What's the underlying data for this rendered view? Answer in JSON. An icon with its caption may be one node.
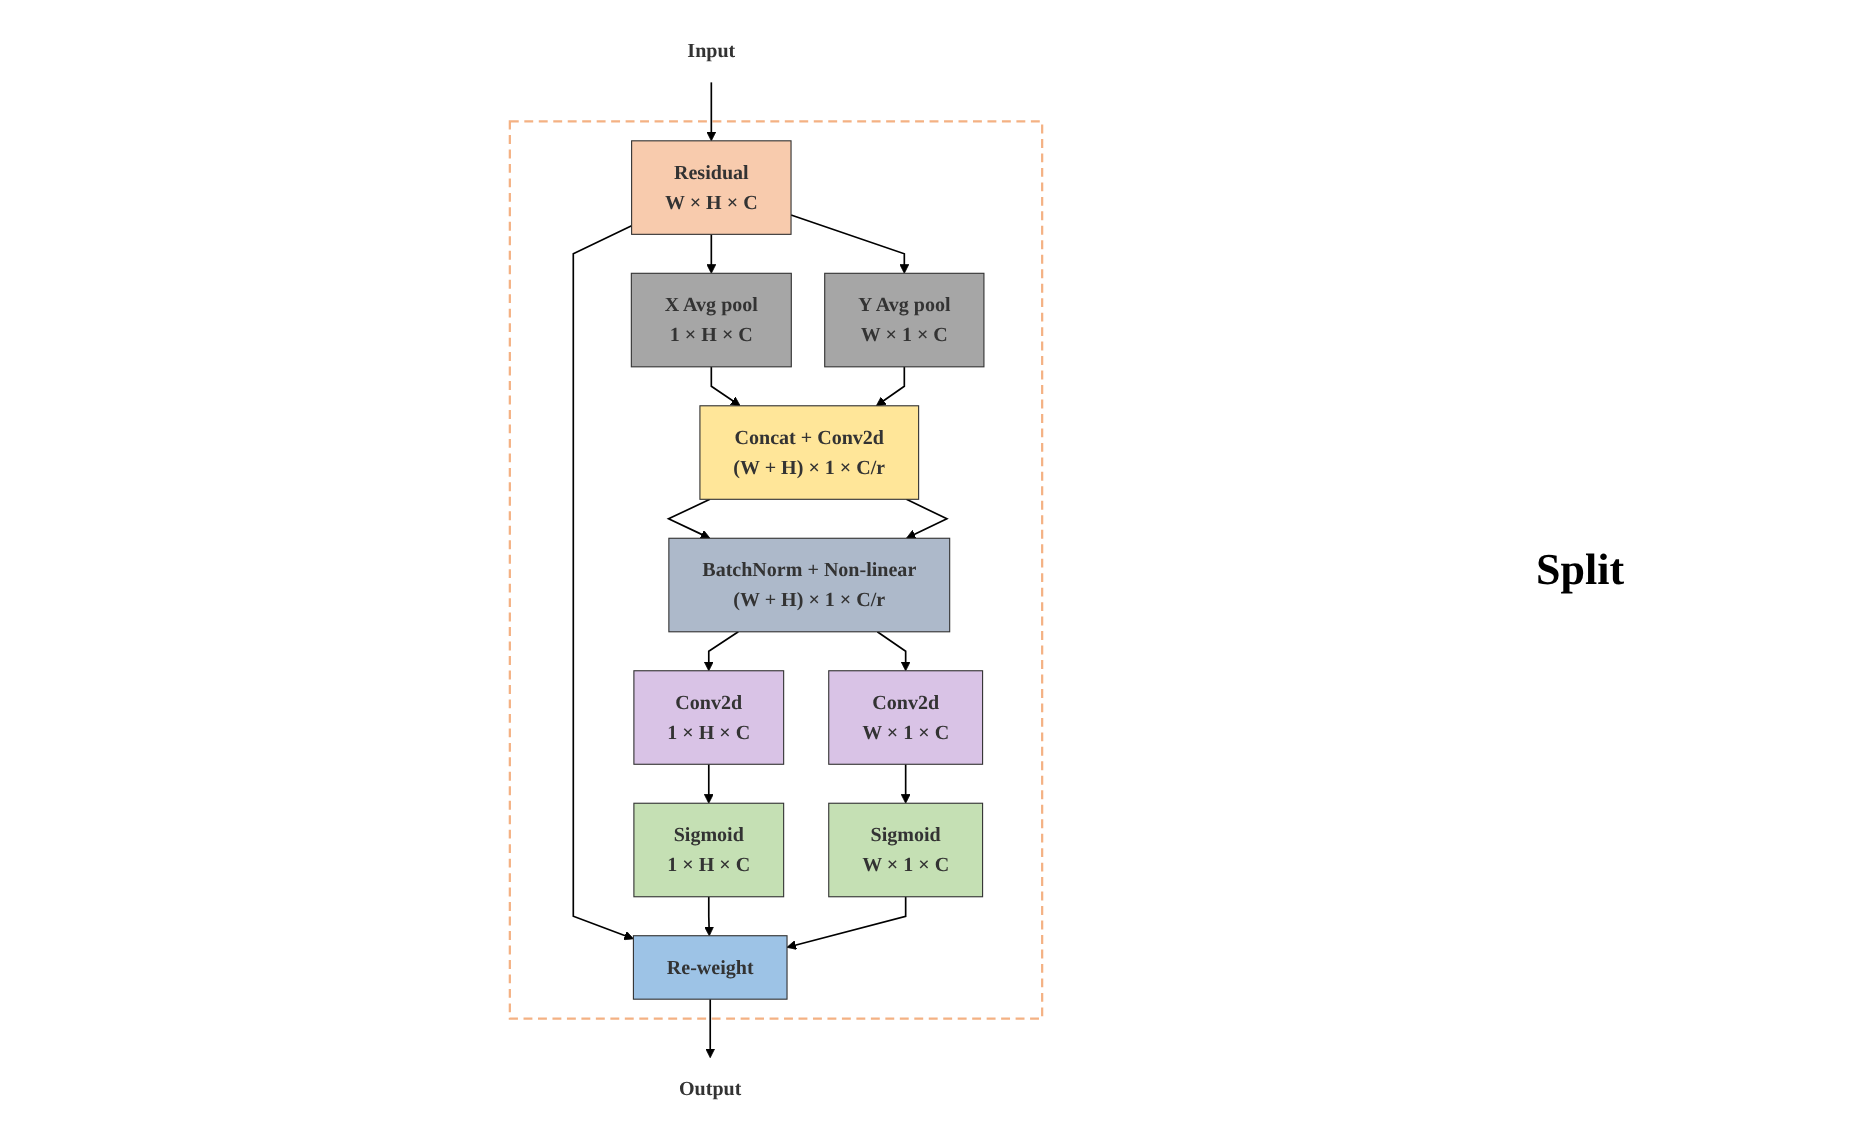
{
  "diagram": {
    "nodes": [
      {
        "text": [],
        "shape": "box"
      },
      {
        "text": [
          "Input"
        ]
      },
      {
        "text": [
          "Residual",
          "W × H × C"
        ],
        "in": 0
      },
      {
        "text": [
          "X Avg pool",
          "1 × H × C"
        ],
        "in": 0
      },
      {
        "text": [
          "Y Avg pool",
          "W × 1 × C"
        ],
        "in": 0
      },
      {
        "text": [
          "Concat + Conv2d",
          "(W + H) × 1 × C/r"
        ],
        "in": 0
      },
      {
        "text": [
          "BatchNorm + Non-linear",
          "(W + H) × 1 × C/r"
        ],
        "in": 0
      },
      {
        "text": [
          "Conv2d",
          "1 × H × C"
        ],
        "in": 0
      },
      {
        "text": [
          "Conv2d",
          "W × 1 × C"
        ],
        "in": 0
      },
      {
        "text": [
          "Sigmoid",
          "1 × H × C"
        ],
        "in": 0
      },
      {
        "text": [
          "Sigmoid",
          "W × 1 × C"
        ],
        "in": 0
      },
      {
        "text": [
          "Re-weight"
        ],
        "in": 0
      },
      {
        "text": [
          "Output"
        ]
      }
    ],
    "edges": [
      {
        "from": 1,
        "to": 2,
        "arrow": "to"
      },
      {
        "from": 2,
        "to": 3,
        "arrow": "to"
      },
      {
        "from": 2,
        "to": 4,
        "arrow": "to"
      },
      {
        "from": 2,
        "to": 11,
        "arrow": "to"
      },
      {
        "from": 3,
        "to": 5,
        "arrow": "to"
      },
      {
        "from": 4,
        "to": 5,
        "arrow": "to"
      },
      {
        "from": 5,
        "to": 6,
        "arrow": "to"
      },
      {
        "from": 5,
        "to": 6,
        "arrow": "to"
      },
      {
        "from": 6,
        "to": 7,
        "arrow": "to"
      },
      {
        "from": 6,
        "to": 8,
        "arrow": "to"
      },
      {
        "from": 7,
        "to": 9,
        "arrow": "to"
      },
      {
        "from": 8,
        "to": 10,
        "arrow": "to"
      },
      {
        "from": 9,
        "to": 11,
        "arrow": "to"
      },
      {
        "from": 10,
        "to": 11,
        "arrow": "to"
      },
      {
        "from": 11,
        "to": 12,
        "arrow": "to"
      }
    ],
    "labels": [
      "Split"
    ]
  }
}
